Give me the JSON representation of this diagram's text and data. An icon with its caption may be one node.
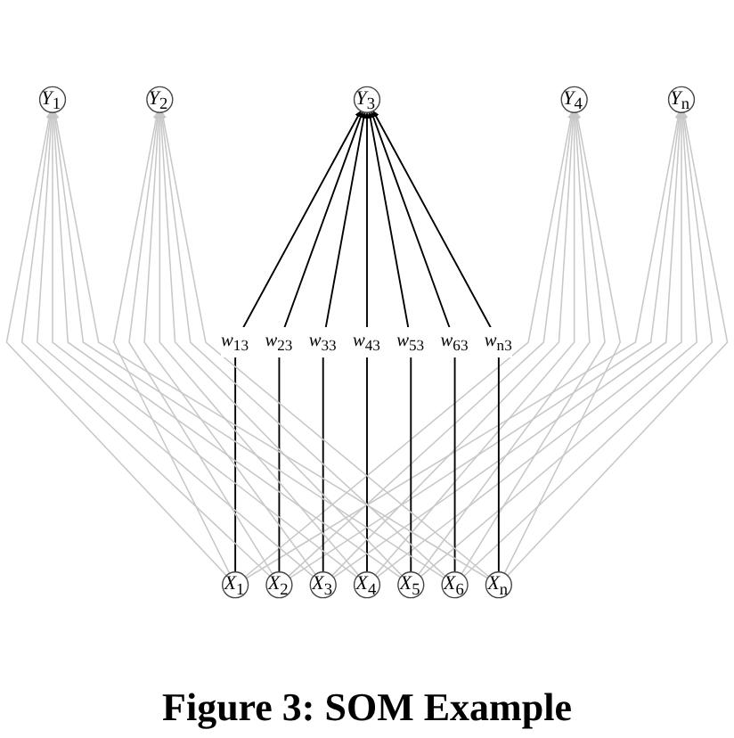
{
  "diagram": {
    "caption": "Figure 3: SOM Example",
    "nodes": [
      {
        "text": [
          "Y$_{1}$"
        ]
      },
      {
        "text": [
          "Y$_{2}$"
        ]
      },
      {
        "text": [
          "Y$_{3}$"
        ]
      },
      {
        "text": [
          "Y$_{4}$"
        ]
      },
      {
        "text": [
          "Y$_{n}$"
        ]
      },
      {
        "text": [
          "X$_{1}$"
        ]
      },
      {
        "text": [
          "X$_{2}$"
        ]
      },
      {
        "text": [
          "X$_{3}$"
        ]
      },
      {
        "text": [
          "X$_{4}$"
        ]
      },
      {
        "text": [
          "X$_{5}$"
        ]
      },
      {
        "text": [
          "X$_{6}$"
        ]
      },
      {
        "text": [
          "X$_{n}$"
        ]
      }
    ],
    "edges": [
      {
        "from": 5,
        "to": 0,
        "arrow": "to"
      },
      {
        "from": 5,
        "to": 1,
        "arrow": "to"
      },
      {
        "from": 5,
        "to": 2,
        "arrow": "to",
        "label": "w$_{13}$",
        "color": "#000000"
      },
      {
        "from": 5,
        "to": 3,
        "arrow": "to"
      },
      {
        "from": 5,
        "to": 4,
        "arrow": "to"
      },
      {
        "from": 6,
        "to": 0,
        "arrow": "to"
      },
      {
        "from": 6,
        "to": 1,
        "arrow": "to"
      },
      {
        "from": 6,
        "to": 2,
        "arrow": "to",
        "label": "w$_{23}$",
        "color": "#000000"
      },
      {
        "from": 6,
        "to": 3,
        "arrow": "to"
      },
      {
        "from": 6,
        "to": 4,
        "arrow": "to"
      },
      {
        "from": 7,
        "to": 0,
        "arrow": "to"
      },
      {
        "from": 7,
        "to": 1,
        "arrow": "to"
      },
      {
        "from": 7,
        "to": 2,
        "arrow": "to",
        "label": "w$_{33}$",
        "color": "#000000"
      },
      {
        "from": 7,
        "to": 3,
        "arrow": "to"
      },
      {
        "from": 7,
        "to": 4,
        "arrow": "to"
      },
      {
        "from": 8,
        "to": 0,
        "arrow": "to"
      },
      {
        "from": 8,
        "to": 1,
        "arrow": "to"
      },
      {
        "from": 8,
        "to": 2,
        "arrow": "to",
        "label": "w$_{43}$",
        "color": "#000000"
      },
      {
        "from": 8,
        "to": 3,
        "arrow": "to"
      },
      {
        "from": 8,
        "to": 4,
        "arrow": "to"
      },
      {
        "from": 9,
        "to": 0,
        "arrow": "to"
      },
      {
        "from": 9,
        "to": 1,
        "arrow": "to"
      },
      {
        "from": 9,
        "to": 2,
        "arrow": "to",
        "label": "w$_{53}$",
        "color": "#000000"
      },
      {
        "from": 9,
        "to": 3,
        "arrow": "to"
      },
      {
        "from": 9,
        "to": 4,
        "arrow": "to"
      },
      {
        "from": 10,
        "to": 0,
        "arrow": "to"
      },
      {
        "from": 10,
        "to": 1,
        "arrow": "to"
      },
      {
        "from": 10,
        "to": 2,
        "arrow": "to",
        "label": "w$_{63}$",
        "color": "#000000"
      },
      {
        "from": 10,
        "to": 3,
        "arrow": "to"
      },
      {
        "from": 10,
        "to": 4,
        "arrow": "to"
      },
      {
        "from": 11,
        "to": 0,
        "arrow": "to"
      },
      {
        "from": 11,
        "to": 1,
        "arrow": "to"
      },
      {
        "from": 11,
        "to": 2,
        "arrow": "to",
        "label": "w$_{n3}$",
        "color": "#000000"
      },
      {
        "from": 11,
        "to": 3,
        "arrow": "to"
      },
      {
        "from": 11,
        "to": 4,
        "arrow": "to"
      }
    ]
  }
}
